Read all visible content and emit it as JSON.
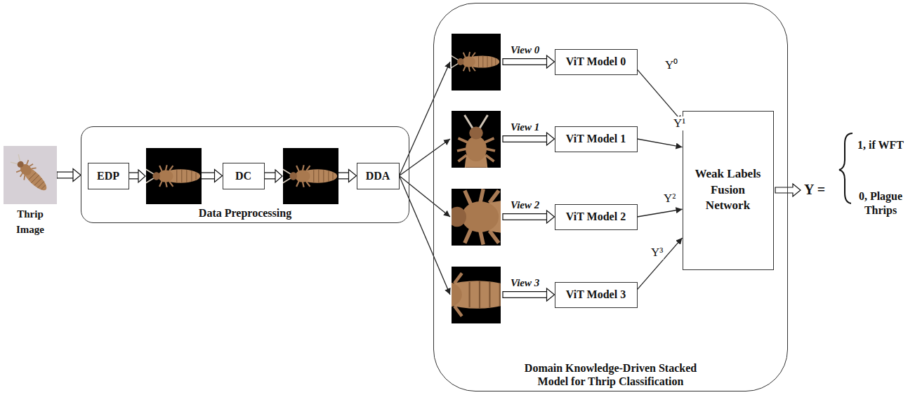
{
  "diagram": {
    "nodes": [
      {
        "text": [
          "Thrip Image"
        ]
      },
      {
        "text": [
          "Data Preprocessing"
        ]
      },
      {
        "text": [
          "EDP"
        ],
        "in": 1
      },
      {
        "text": [
          "DC"
        ],
        "in": 1
      },
      {
        "text": [
          "DDA"
        ],
        "in": 1
      },
      {
        "text": [
          "Domain Knowledge-Driven Stacked Model for Thrip Classification"
        ]
      },
      {
        "text": [
          "ViT Model 0"
        ],
        "in": 5
      },
      {
        "text": [
          "ViT Model 1"
        ],
        "in": 5
      },
      {
        "text": [
          "ViT Model 2"
        ],
        "in": 5
      },
      {
        "text": [
          "ViT Model 3"
        ],
        "in": 5
      },
      {
        "text": [
          "Weak Labels Fusion Network"
        ],
        "in": 5
      }
    ],
    "edges": [
      {
        "from": 0,
        "to": 1,
        "arrow": "to"
      },
      {
        "from": 2,
        "to": 3,
        "arrow": "to"
      },
      {
        "from": 3,
        "to": 4,
        "arrow": "to"
      },
      {
        "from": 4,
        "to": 6,
        "label": "View 0",
        "arrow": "to"
      },
      {
        "from": 4,
        "to": 7,
        "label": "View 1",
        "arrow": "to"
      },
      {
        "from": 4,
        "to": 8,
        "label": "View 2",
        "arrow": "to"
      },
      {
        "from": 4,
        "to": 9,
        "label": "View 3",
        "arrow": "to"
      },
      {
        "from": 6,
        "to": 10,
        "label": "Y⁰",
        "arrow": "to"
      },
      {
        "from": 7,
        "to": 10,
        "label": "Y¹",
        "arrow": "to"
      },
      {
        "from": 8,
        "to": 10,
        "label": "Y²",
        "arrow": "to"
      },
      {
        "from": 9,
        "to": 10,
        "label": "Y³",
        "arrow": "to"
      }
    ],
    "labels": [
      "Y =",
      "1, if WFT",
      "0, Plague Thrips"
    ]
  }
}
